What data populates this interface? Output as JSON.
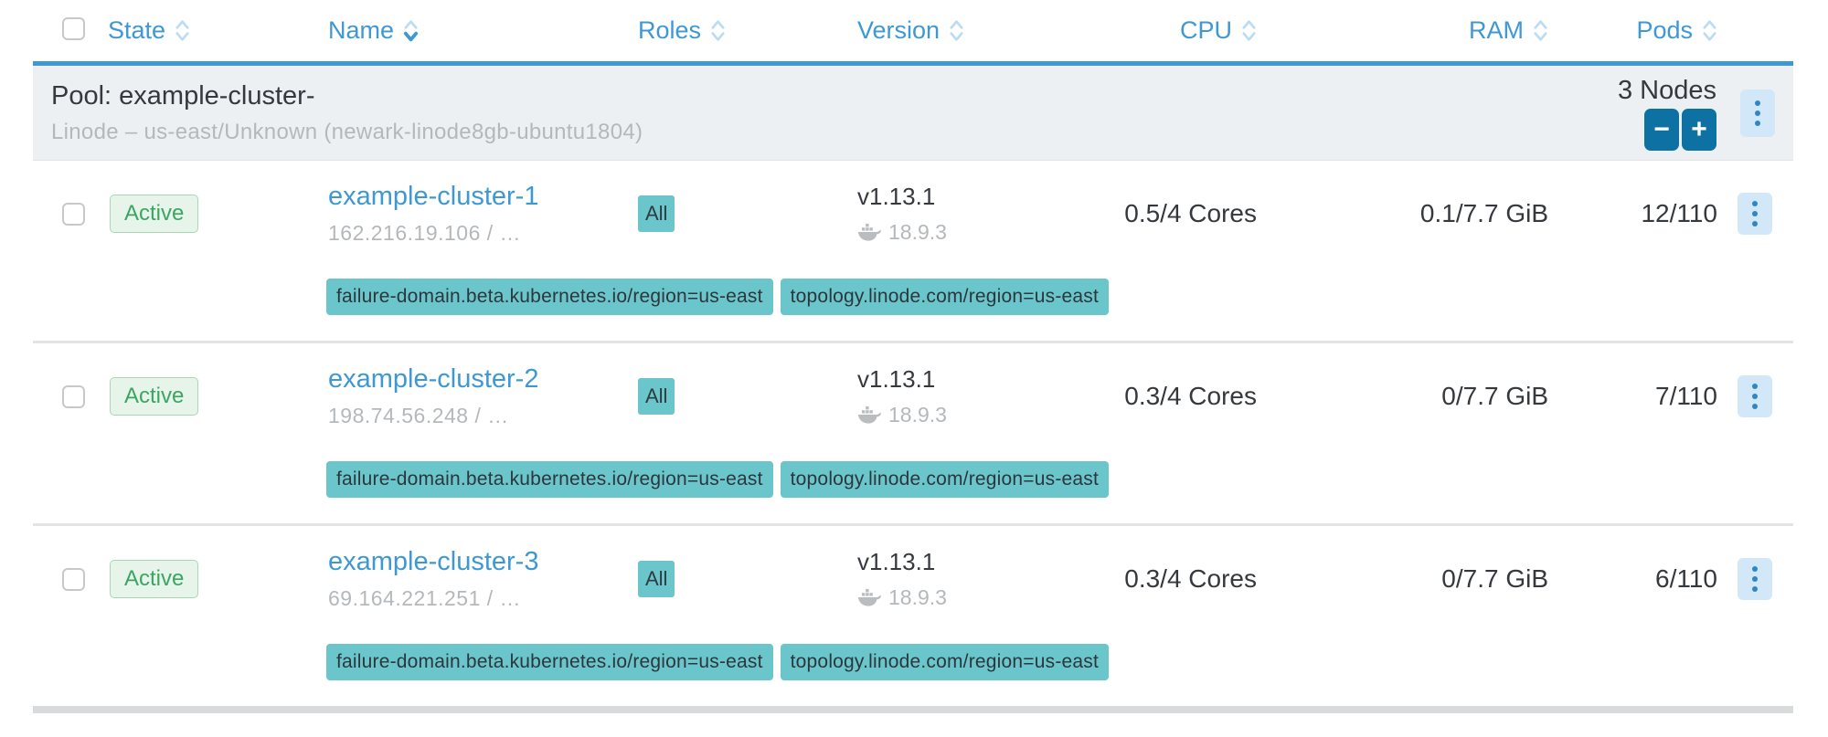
{
  "colors": {
    "accent": "#3d98d3",
    "accent-light": "#bcdcf2",
    "text-dark": "#35393d",
    "text-gray": "#b4b8bb",
    "group-bg": "#edf0f2",
    "divider": "#e2e4e6",
    "bottom-bar": "#d8dadc",
    "teal": "#6bc6cb",
    "teal-text": "#2f3a41",
    "green": "#3ba662",
    "green-bg": "#e6f4e9",
    "green-border": "#a9d8b4",
    "button-blue": "#0e71a3",
    "kebab-bg": "#d2e7f7",
    "kebab-dot": "#2e86c8"
  },
  "icons": {
    "sort": "chevron-up-down",
    "kebab": "vertical-ellipsis",
    "docker": "docker-whale"
  },
  "header": {
    "columns": [
      {
        "label": "State",
        "sort": "none"
      },
      {
        "label": "Name",
        "sort": "desc"
      },
      {
        "label": "Roles",
        "sort": "none"
      },
      {
        "label": "Version",
        "sort": "none"
      },
      {
        "label": "CPU",
        "sort": "none"
      },
      {
        "label": "RAM",
        "sort": "none"
      },
      {
        "label": "Pods",
        "sort": "none"
      }
    ]
  },
  "pool": {
    "title": "Pool: example-cluster-",
    "subtitle": "Linode – us-east/Unknown (newark-linode8gb-ubuntu1804)",
    "node_count": "3 Nodes",
    "scale_down": "−",
    "scale_up": "+"
  },
  "rows": [
    {
      "state": "Active",
      "name": "example-cluster-1",
      "address": "162.216.19.106  /  …",
      "role": "All",
      "version": "v1.13.1",
      "docker_version": "18.9.3",
      "cpu": "0.5/4 Cores",
      "ram": "0.1/7.7 GiB",
      "pods": "12/110",
      "labels": [
        "failure-domain.beta.kubernetes.io/region=us-east",
        "topology.linode.com/region=us-east"
      ]
    },
    {
      "state": "Active",
      "name": "example-cluster-2",
      "address": "198.74.56.248  /  …",
      "role": "All",
      "version": "v1.13.1",
      "docker_version": "18.9.3",
      "cpu": "0.3/4 Cores",
      "ram": "0/7.7 GiB",
      "pods": "7/110",
      "labels": [
        "failure-domain.beta.kubernetes.io/region=us-east",
        "topology.linode.com/region=us-east"
      ]
    },
    {
      "state": "Active",
      "name": "example-cluster-3",
      "address": "69.164.221.251  /  …",
      "role": "All",
      "version": "v1.13.1",
      "docker_version": "18.9.3",
      "cpu": "0.3/4 Cores",
      "ram": "0/7.7 GiB",
      "pods": "6/110",
      "labels": [
        "failure-domain.beta.kubernetes.io/region=us-east",
        "topology.linode.com/region=us-east"
      ]
    }
  ]
}
